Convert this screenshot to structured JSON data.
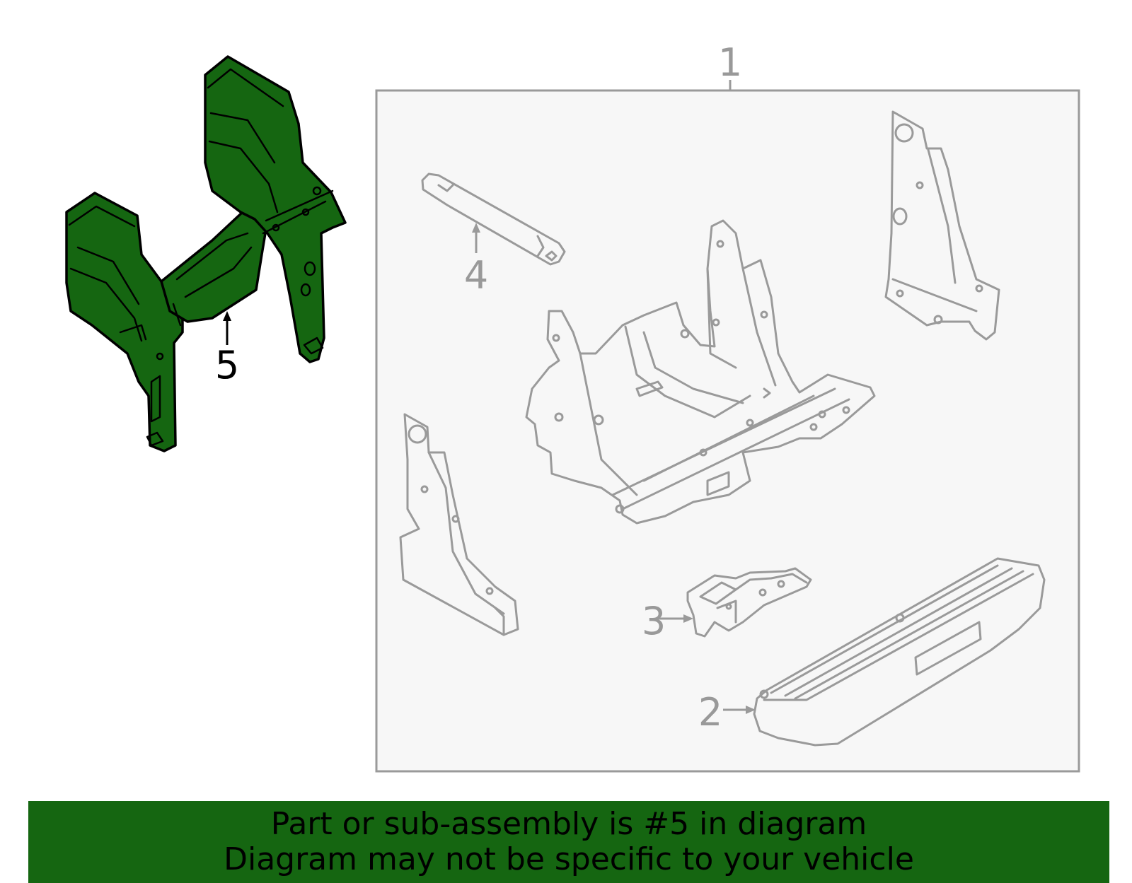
{
  "callouts": {
    "c1": "1",
    "c2": "2",
    "c3": "3",
    "c4": "4",
    "c5": "5"
  },
  "banner": {
    "line1": "Part or sub-assembly is #5 in diagram",
    "line2": "Diagram may not be specific to your vehicle"
  },
  "colors": {
    "highlight": "#156611",
    "outline_gray": "#9a9a9a",
    "box_fill": "#f7f7f7"
  }
}
